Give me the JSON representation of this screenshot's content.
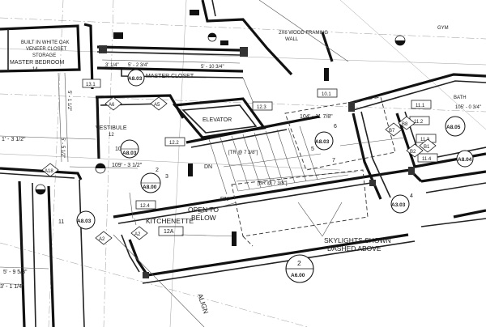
{
  "rooms": {
    "master_bedroom": "MASTER BEDROOM",
    "master_bedroom_no": "14",
    "built_in": "BUILT IN WHITE OAK",
    "veneer": "VENEER CLOSET",
    "storage": "STORAGE",
    "master_closet": "MASTER CLOSET",
    "vestibule": "VESTIBULE",
    "vestibule_no": "12",
    "elevator": "ELEVATOR",
    "kitchenette": "KITCHENETTE",
    "kitchenette_no": "12A",
    "bath": "BATH",
    "wood_framing": "2X6 WOOD FRAMING",
    "wall": "WALL",
    "gym": "GYM"
  },
  "notes": {
    "open_to": "OPEN TO",
    "below": "BELOW",
    "skylights": "SKYLIGHTS SHOWN",
    "dashed": "DASHED ABOVE",
    "align": "ALIGN",
    "dn1": "DN",
    "dn2": "DN",
    "tr": "[TR @ 7 3/8\"]",
    "br": "[BR @ 7 3/8\"]"
  },
  "dimensions": {
    "d1": "3' 1/4\"",
    "d2": "5' - 2 3/4\"",
    "d3": "5' - 10 3/4\"",
    "d4": "1' - 3 1/2\"",
    "d5": "109' - 3 1/2\"",
    "d6": "104' - 11 7/8\"",
    "d7": "105' - 0 3/4\"",
    "d8": "5' - 9 5/8\"",
    "d9": "3' - 1 1/4\"",
    "d10": "5' - 1 1/2\"",
    "d11": "5' - 5 1/2\""
  },
  "keys": {
    "k_13_1": "13.1",
    "k_12_2": "12.2",
    "k_12_3": "12.3",
    "k_12_4": "12.4",
    "k_10_1": "10.1",
    "k_11_1": "11.1",
    "k_11_2": "11.2",
    "k_11_3": "11.3",
    "k_11_4": "11.4"
  },
  "tags": {
    "a803_1": "A8.03",
    "a803_2": "A8.03",
    "a803_3": "A8.03",
    "a803_4": "A8.03",
    "a800": "A8.00",
    "a805": "A8.05",
    "a804": "A8.04",
    "a600_top": "2",
    "a600_bot": "A6.00",
    "a303": "A3.03",
    "a2_1": "A2",
    "a2_2": "A2",
    "a6": "A6",
    "a5": "A5",
    "a18": "A18",
    "b1": "B1",
    "b2": "B2",
    "b7": "B7",
    "b8": "B8"
  },
  "numbers": {
    "n10": "10",
    "n11": "11",
    "n2a": "2",
    "n3a": "3",
    "n4a": "4",
    "n5a": "5",
    "n6a": "6",
    "n7a": "7"
  }
}
